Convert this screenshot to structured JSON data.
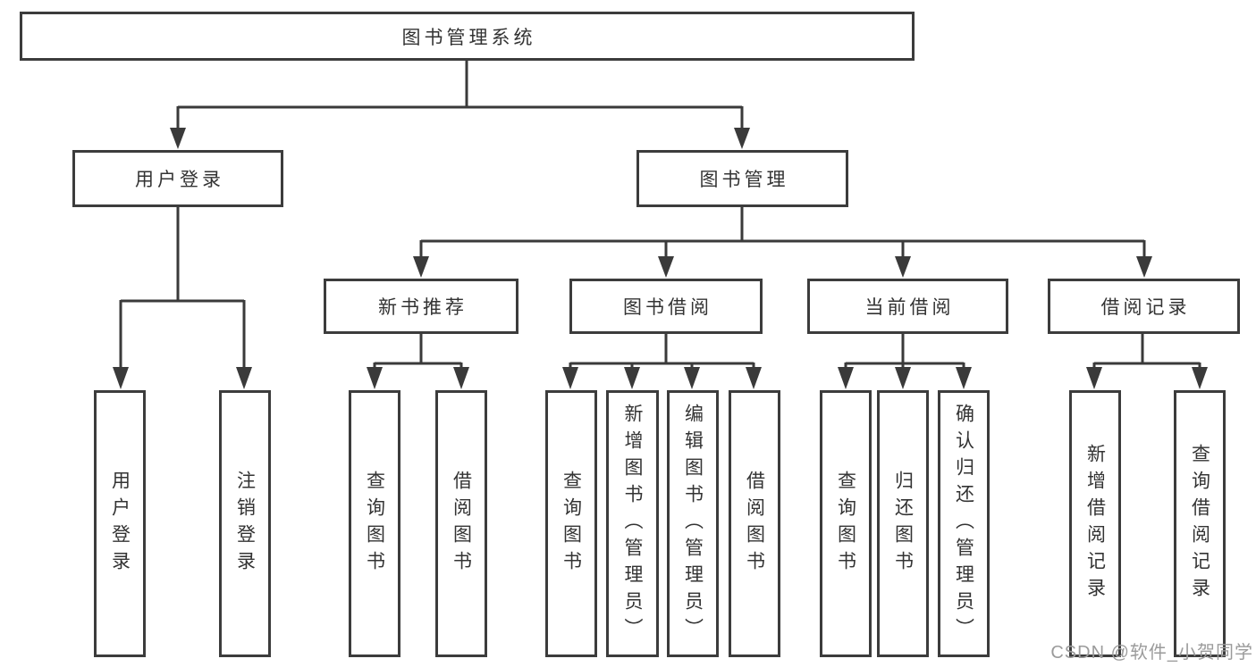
{
  "diagram": {
    "type": "hierarchy-tree",
    "tree": {
      "label": "图书管理系统",
      "children": [
        {
          "label": "用户登录",
          "children": [
            {
              "label": "用户登录"
            },
            {
              "label": "注销登录"
            }
          ]
        },
        {
          "label": "图书管理",
          "children": [
            {
              "label": "新书推荐",
              "children": [
                {
                  "label": "查询图书"
                },
                {
                  "label": "借阅图书"
                }
              ]
            },
            {
              "label": "图书借阅",
              "children": [
                {
                  "label": "查询图书"
                },
                {
                  "label": "新增图书（管理员）"
                },
                {
                  "label": "编辑图书（管理员）"
                },
                {
                  "label": "借阅图书"
                }
              ]
            },
            {
              "label": "当前借阅",
              "children": [
                {
                  "label": "查询图书"
                },
                {
                  "label": "归还图书"
                },
                {
                  "label": "确认归还（管理员）"
                }
              ]
            },
            {
              "label": "借阅记录",
              "children": [
                {
                  "label": "新增借阅记录"
                },
                {
                  "label": "查询借阅记录"
                }
              ]
            }
          ]
        }
      ]
    }
  },
  "watermark": {
    "text": "CSDN @软件_小贺同学",
    "color": "#9b9b9b"
  },
  "colors": {
    "line": "#3a3a3a",
    "node_border": "#3c3c3c",
    "node_fill": "#ffffff",
    "text": "#333333",
    "background": "#ffffff"
  }
}
